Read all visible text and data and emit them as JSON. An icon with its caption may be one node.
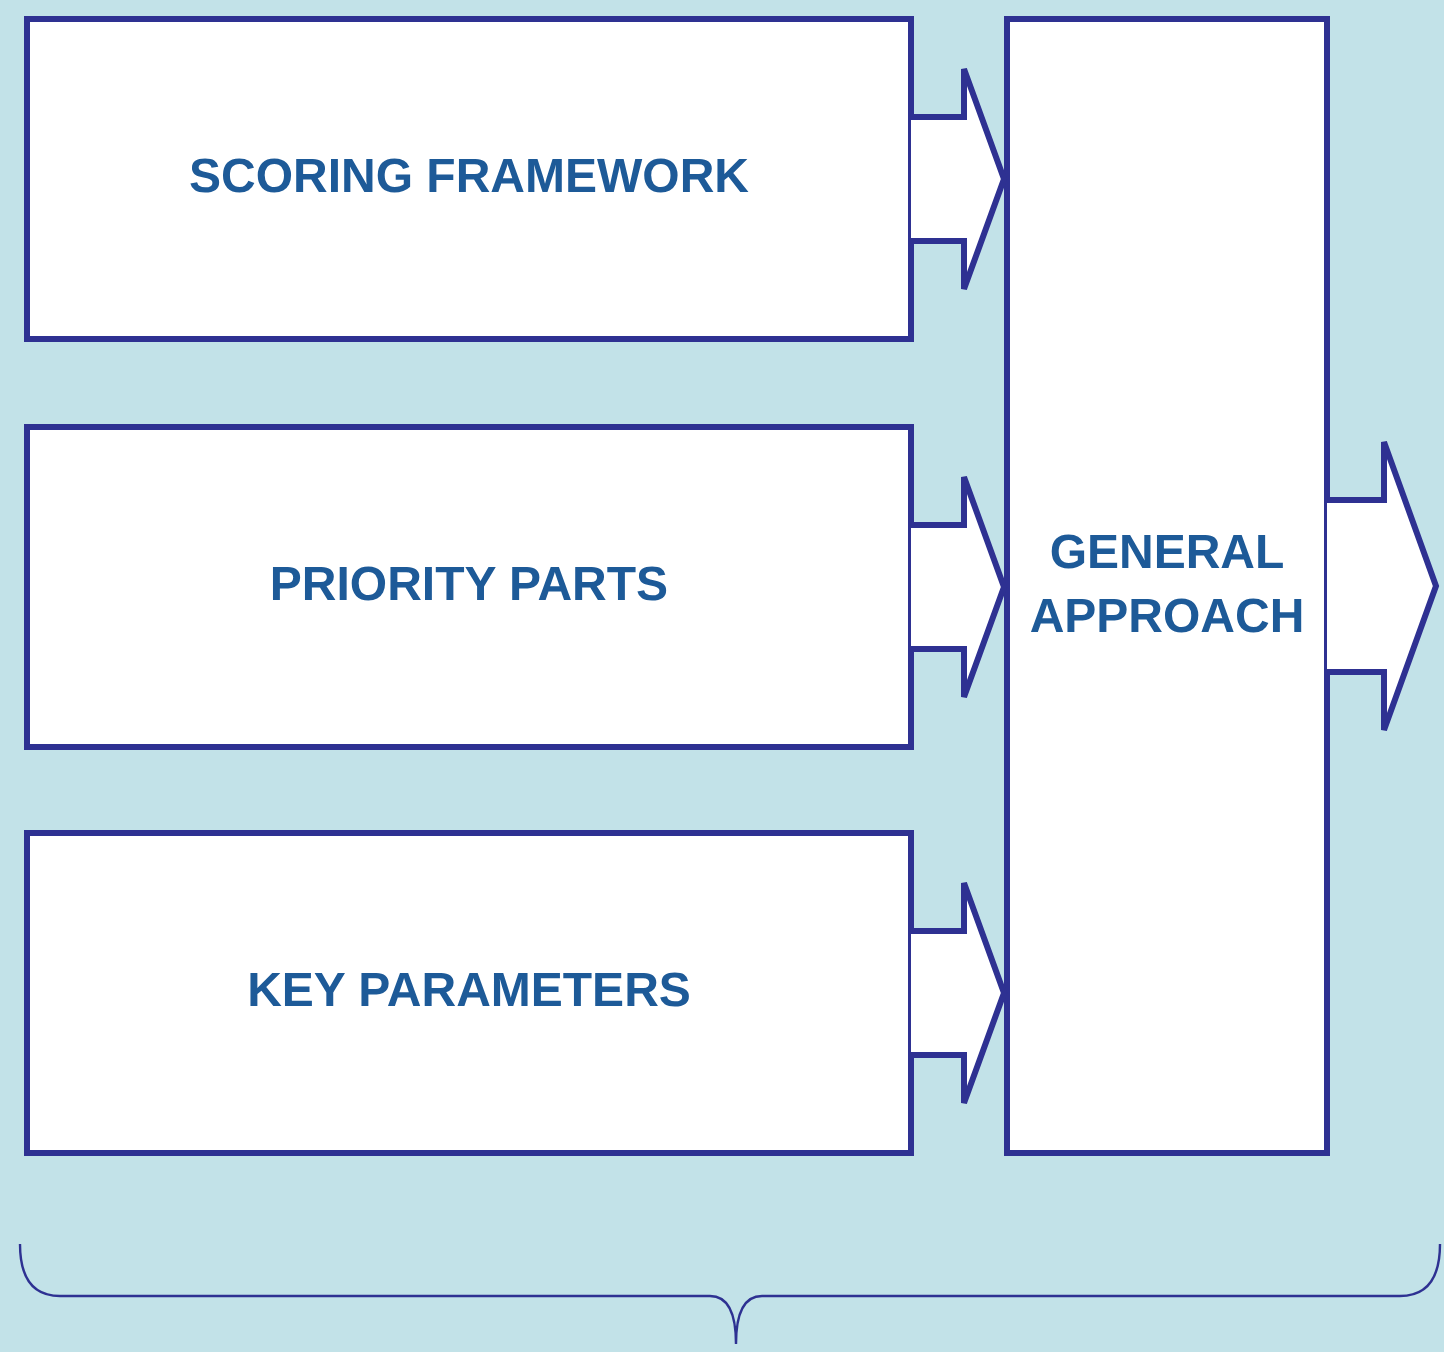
{
  "diagram": {
    "nodes": [
      {
        "text": [
          "SCORING FRAMEWORK"
        ]
      },
      {
        "text": [
          "PRIORITY PARTS"
        ]
      },
      {
        "text": [
          "KEY PARAMETERS"
        ]
      },
      {
        "text": [
          "GENERAL APPROACH"
        ]
      }
    ],
    "edges": [
      {
        "from": 0,
        "to": 3,
        "arrow": "to"
      },
      {
        "from": 1,
        "to": 3,
        "arrow": "to"
      },
      {
        "from": 2,
        "to": 3,
        "arrow": "to"
      },
      {
        "from": 3,
        "to": null,
        "arrow": "to"
      }
    ]
  }
}
